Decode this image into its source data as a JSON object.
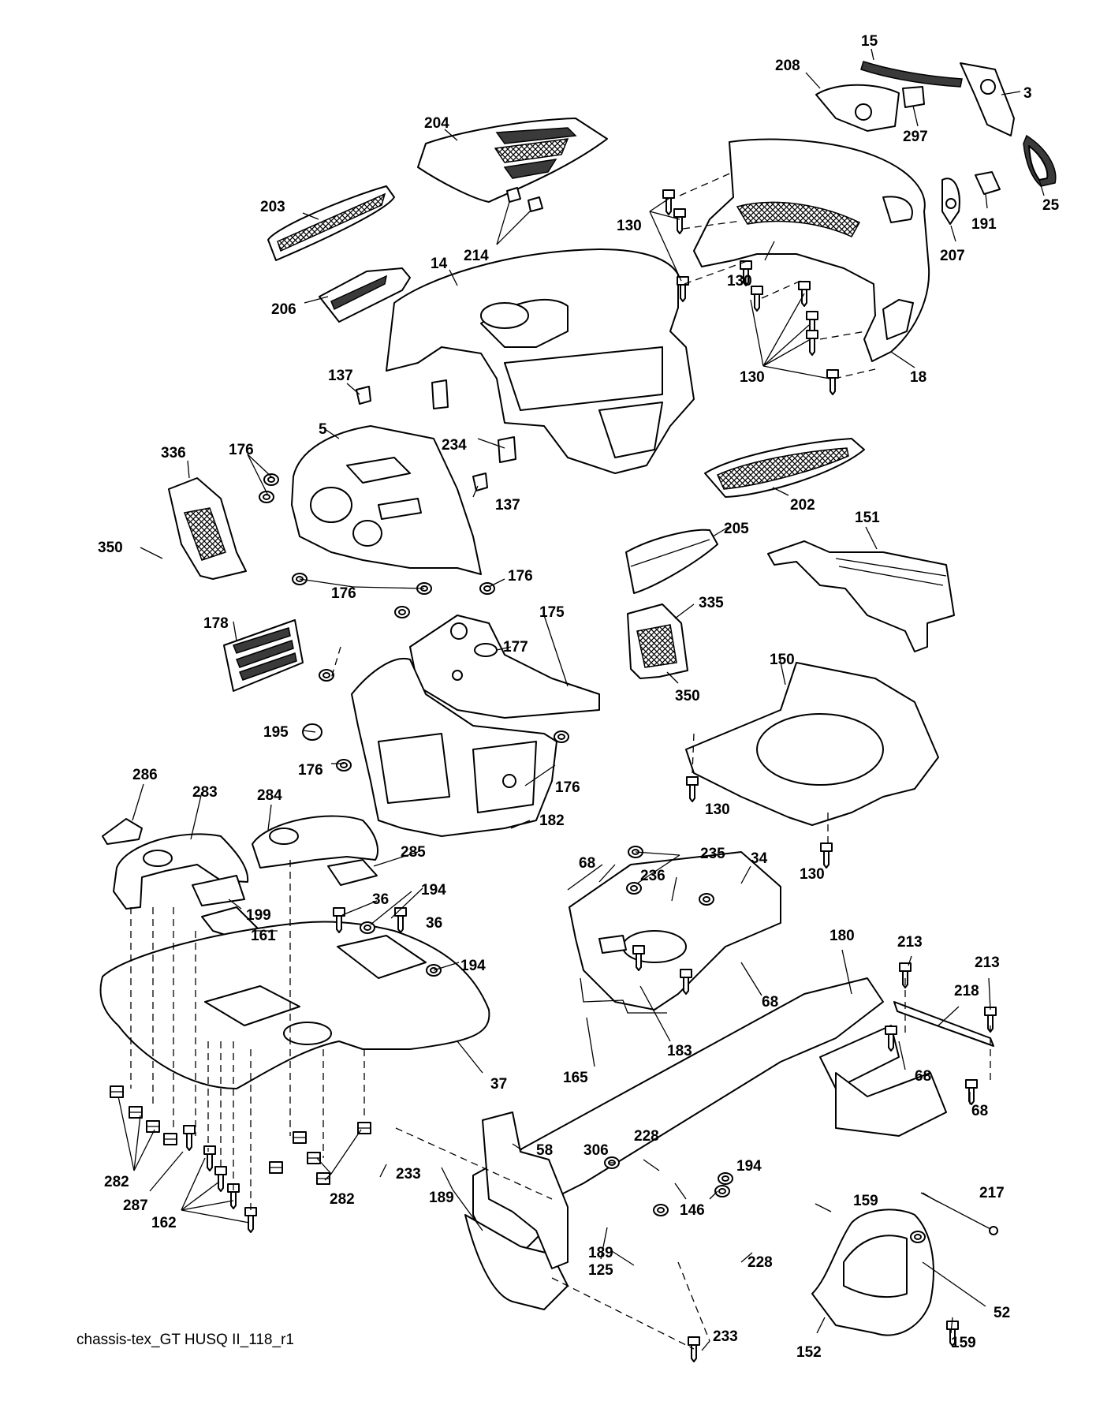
{
  "diagram": {
    "caption": "chassis-tex_GT HUSQ II_118_r1",
    "callouts": {
      "c15": "15",
      "c208": "208",
      "c3": "3",
      "c297": "297",
      "c25": "25",
      "c191": "191",
      "c207": "207",
      "c204": "204",
      "c203": "203",
      "c214": "214",
      "c130a": "130",
      "c130b": "130",
      "c130c": "130",
      "c130d": "130",
      "c130e": "130",
      "c18": "18",
      "c14": "14",
      "c206": "206",
      "c137a": "137",
      "c137b": "137",
      "c234": "234",
      "c5": "5",
      "c336": "336",
      "c176a": "176",
      "c176b": "176",
      "c176c": "176",
      "c176d": "176",
      "c176e": "176",
      "c350a": "350",
      "c350b": "350",
      "c202": "202",
      "c205": "205",
      "c151": "151",
      "c178": "178",
      "c177": "177",
      "c175": "175",
      "c335": "335",
      "c150": "150",
      "c195": "195",
      "c182": "182",
      "c286": "286",
      "c283": "283",
      "c284": "284",
      "c285": "285",
      "c36a": "36",
      "c36b": "36",
      "c194a": "194",
      "c194b": "194",
      "c194c": "194",
      "c199": "199",
      "c161": "161",
      "c37": "37",
      "c68a": "68",
      "c68b": "68",
      "c68c": "68",
      "c68d": "68",
      "c235": "235",
      "c34": "34",
      "c236": "236",
      "c183": "183",
      "c165": "165",
      "c213a": "213",
      "c213b": "213",
      "c218": "218",
      "c180": "180",
      "c282a": "282",
      "c282b": "282",
      "c287": "287",
      "c162": "162",
      "c58": "58",
      "c306": "306",
      "c228a": "228",
      "c228b": "228",
      "c233a": "233",
      "c233b": "233",
      "c189a": "189",
      "c189b": "189",
      "c146": "146",
      "c125": "125",
      "c159a": "159",
      "c159b": "159",
      "c217": "217",
      "c52": "52",
      "c152": "152"
    }
  }
}
